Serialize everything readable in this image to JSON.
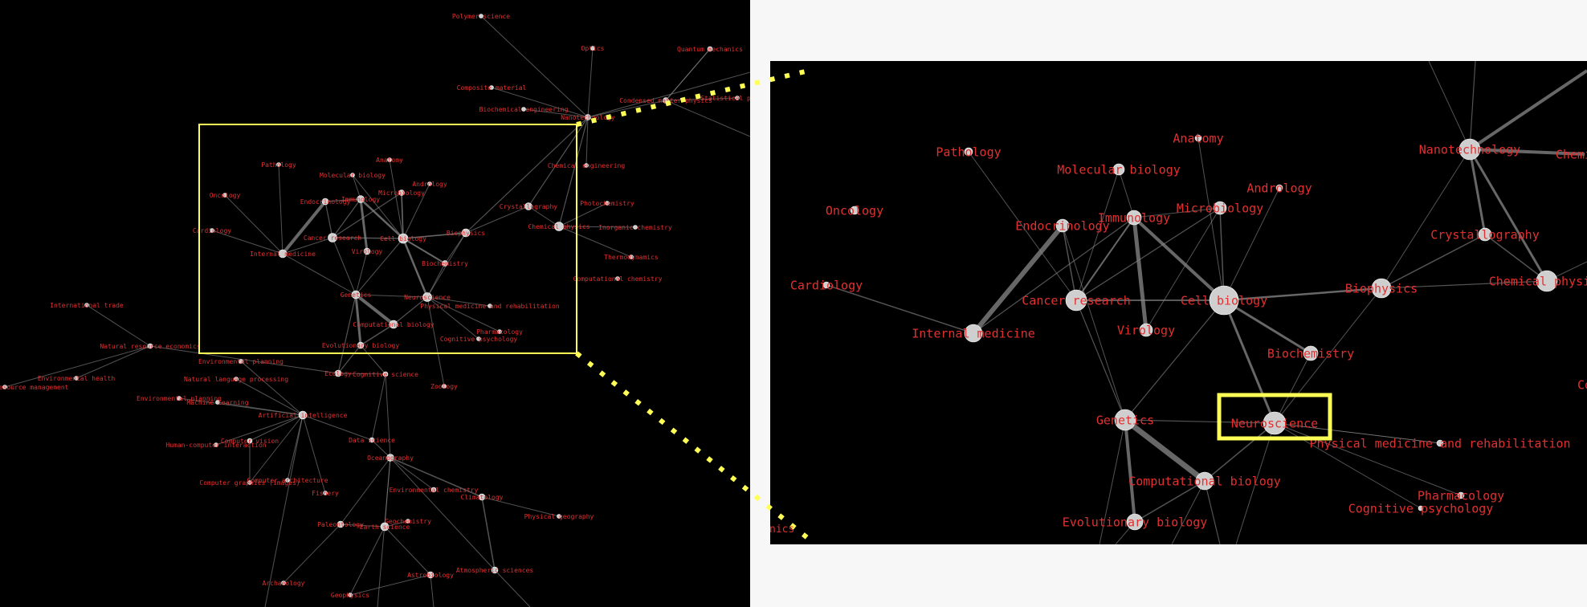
{
  "colors": {
    "label": "#e23030",
    "highlight": "#ffff55",
    "node": "#cfcfcf",
    "edge": "#8a8a8a",
    "background": "#000000"
  },
  "overview": {
    "nodes": [
      {
        "label": "Polymer science"
      },
      {
        "label": "Optics"
      },
      {
        "label": "Quantum mechanics"
      },
      {
        "label": "Composite material"
      },
      {
        "label": "Condensed matter physics"
      },
      {
        "label": "Statistical physics"
      },
      {
        "label": "Biochemical engineering"
      },
      {
        "label": "Nanotechnology"
      },
      {
        "label": "Chemical engineering"
      },
      {
        "label": "Pathology"
      },
      {
        "label": "Molecular biology"
      },
      {
        "label": "Anatomy"
      },
      {
        "label": "Andrology"
      },
      {
        "label": "Microbiology"
      },
      {
        "label": "Oncology"
      },
      {
        "label": "Endocrinology"
      },
      {
        "label": "Immunology"
      },
      {
        "label": "Crystallography"
      },
      {
        "label": "Photochemistry"
      },
      {
        "label": "Cardiology"
      },
      {
        "label": "Cancer research"
      },
      {
        "label": "Cell biology"
      },
      {
        "label": "Biophysics"
      },
      {
        "label": "Chemical physics"
      },
      {
        "label": "Inorganic chemistry"
      },
      {
        "label": "Internal medicine"
      },
      {
        "label": "Virology"
      },
      {
        "label": "Thermodynamics"
      },
      {
        "label": "Biochemistry"
      },
      {
        "label": "Computational chemistry"
      },
      {
        "label": "International trade"
      },
      {
        "label": "Genetics"
      },
      {
        "label": "Neuroscience"
      },
      {
        "label": "Physical medicine and rehabilitation"
      },
      {
        "label": "Computational biology"
      },
      {
        "label": "Pharmacology"
      },
      {
        "label": "Cognitive psychology"
      },
      {
        "label": "Natural resource economics"
      },
      {
        "label": "Evolutionary biology"
      },
      {
        "label": "Environmental resource management"
      },
      {
        "label": "Environmental health"
      },
      {
        "label": "Environmental planning"
      },
      {
        "label": "Ecology"
      },
      {
        "label": "Cognitive science"
      },
      {
        "label": "Natural language processing"
      },
      {
        "label": "Zoology"
      },
      {
        "label": "Environmental planning"
      },
      {
        "label": "Machine learning"
      },
      {
        "label": "Artificial intelligence"
      },
      {
        "label": "Human-computer interaction"
      },
      {
        "label": "Computer vision"
      },
      {
        "label": "Data science"
      },
      {
        "label": "Oceanography"
      },
      {
        "label": "Computer graphics (images)"
      },
      {
        "label": "Computer architecture"
      },
      {
        "label": "Environmental chemistry"
      },
      {
        "label": "Fishery"
      },
      {
        "label": "Climatology"
      },
      {
        "label": "Physical geography"
      },
      {
        "label": "Paleontology"
      },
      {
        "label": "Geochemistry"
      },
      {
        "label": "Earth science"
      },
      {
        "label": "Atmospheric sciences"
      },
      {
        "label": "Astrobiology"
      },
      {
        "label": "Archaeology"
      },
      {
        "label": "Geophysics"
      }
    ]
  },
  "detail": {
    "nodes": [
      {
        "label": "Pathology"
      },
      {
        "label": "Anatomy"
      },
      {
        "label": "Molecular biology"
      },
      {
        "label": "Nanotechnology"
      },
      {
        "label": "Chemical"
      },
      {
        "label": "Andrology"
      },
      {
        "label": "Oncology"
      },
      {
        "label": "Microbiology"
      },
      {
        "label": "Endocrinology"
      },
      {
        "label": "Immunology"
      },
      {
        "label": "Crystallography"
      },
      {
        "label": "Chemical physics"
      },
      {
        "label": "Cardiology"
      },
      {
        "label": "Cancer research"
      },
      {
        "label": "Cell biology"
      },
      {
        "label": "Biophysics"
      },
      {
        "label": "Internal medicine"
      },
      {
        "label": "Virology"
      },
      {
        "label": "Biochemistry"
      },
      {
        "label": "Genetics"
      },
      {
        "label": "Neuroscience"
      },
      {
        "label": "Physical medicine and rehabilitation"
      },
      {
        "label": "Computational biology"
      },
      {
        "label": "Pharmacology"
      },
      {
        "label": "Cognitive psychology"
      },
      {
        "label": "Evolutionary biology"
      },
      {
        "label": "Co"
      }
    ],
    "selected": "Neuroscience",
    "edge_label": "nics"
  }
}
